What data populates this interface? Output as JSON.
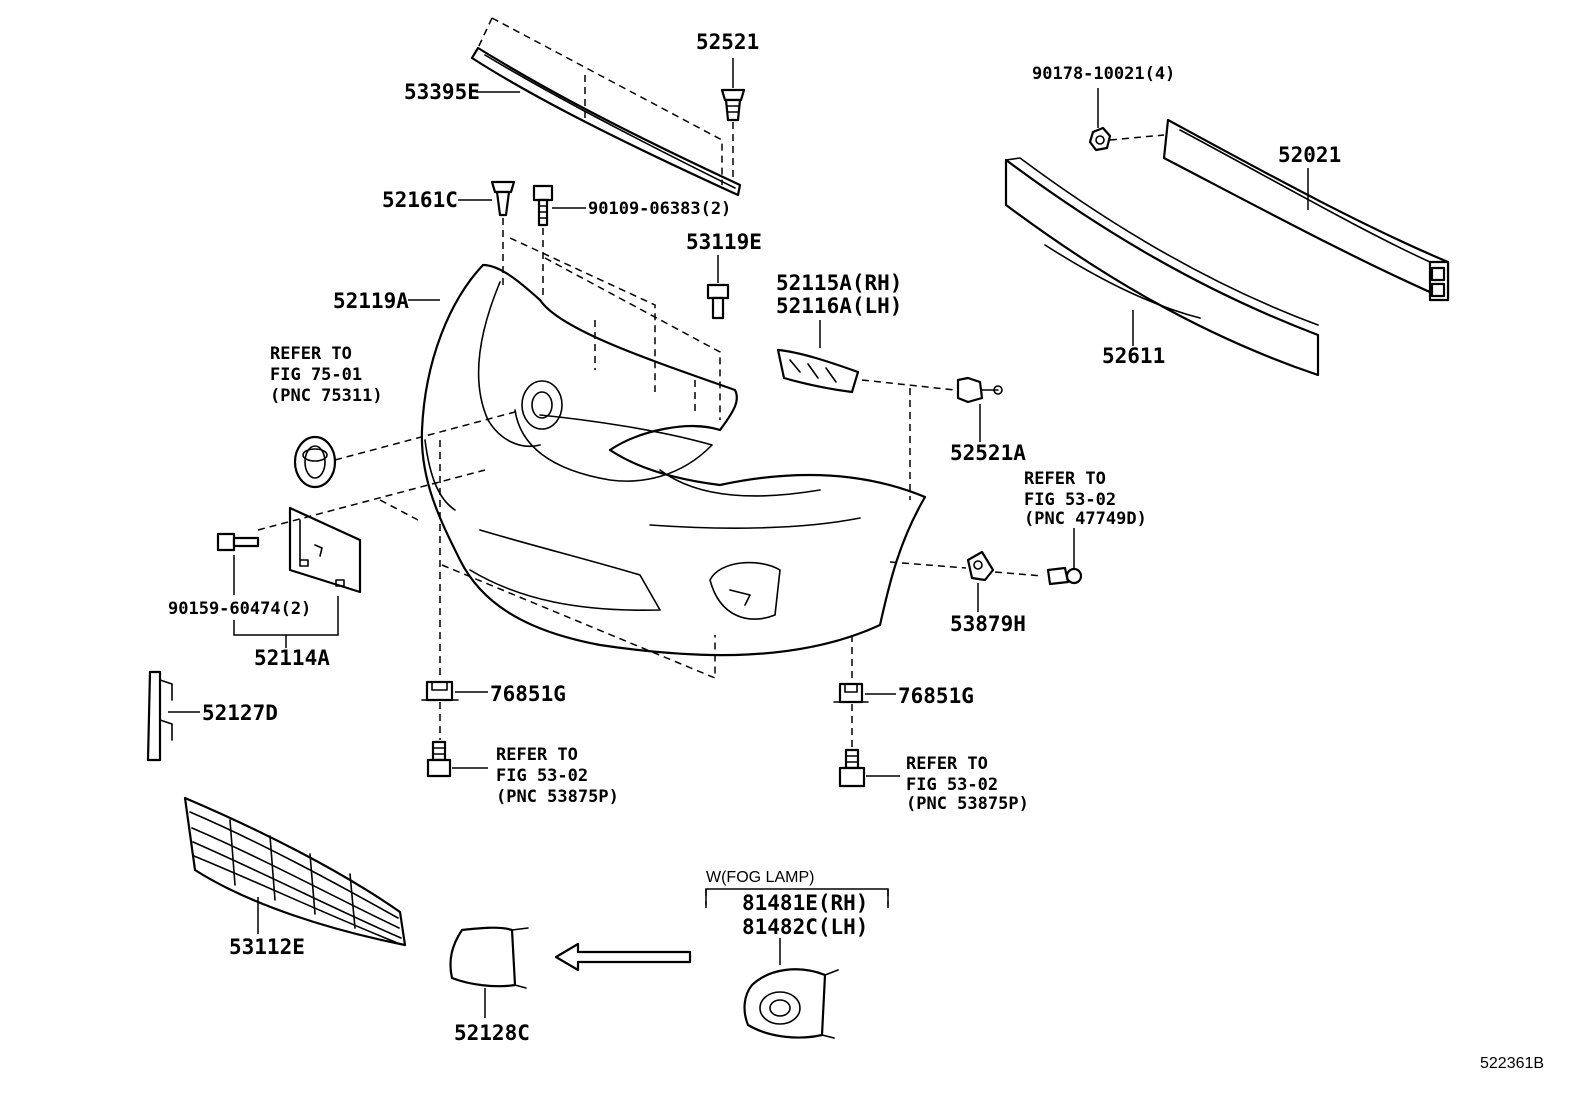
{
  "diagram_code": "522361B",
  "labels": {
    "p53395E": "53395E",
    "p52521": "52521",
    "p90178": "90178-10021(4)",
    "p52021": "52021",
    "p52161C": "52161C",
    "p90109": "90109-06383(2)",
    "p53119E": "53119E",
    "p52115A": "52115A(RH)",
    "p52116A": "52116A(LH)",
    "p52611": "52611",
    "p52119A": "52119A",
    "p52521A": "52521A",
    "p90159": "90159-60474(2)",
    "p52114A": "52114A",
    "p53879H": "53879H",
    "p76851G_l": "76851G",
    "p76851G_r": "76851G",
    "p52127D": "52127D",
    "p53112E": "53112E",
    "p52128C": "52128C",
    "p81481E": "81481E(RH)",
    "p81482C": "81482C(LH)"
  },
  "refs": {
    "emblem": {
      "l1": "REFER TO",
      "l2": "FIG 75-01",
      "l3": "(PNC 75311)"
    },
    "clip": {
      "l1": "REFER TO",
      "l2": "FIG 53-02",
      "l3": "(PNC 47749D)"
    },
    "boltL": {
      "l1": "REFER TO",
      "l2": "FIG 53-02",
      "l3": "(PNC 53875P)"
    },
    "boltR": {
      "l1": "REFER TO",
      "l2": "FIG 53-02",
      "l3": "(PNC 53875P)"
    }
  },
  "notes": {
    "fog": "W(FOG LAMP)"
  },
  "colors": {
    "ink": "#000000",
    "paper": "#ffffff"
  }
}
